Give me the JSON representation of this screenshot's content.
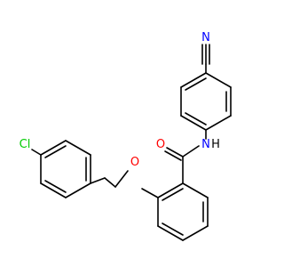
{
  "molecule": {
    "atoms": {
      "nitrile_n": {
        "symbol": "N",
        "color": "#0000ff"
      },
      "nitrile_c": {
        "symbol": "C",
        "color": "#000000"
      },
      "amide_n": {
        "symbol": "N",
        "color": "#0000ff"
      },
      "amide_h": {
        "symbol": "H",
        "color": "#000000"
      },
      "carbonyl_o": {
        "symbol": "O",
        "color": "#ff0000"
      },
      "ether_o": {
        "symbol": "O",
        "color": "#ff0000"
      },
      "chlorine": {
        "symbol": "Cl",
        "color": "#00cc00"
      }
    }
  }
}
